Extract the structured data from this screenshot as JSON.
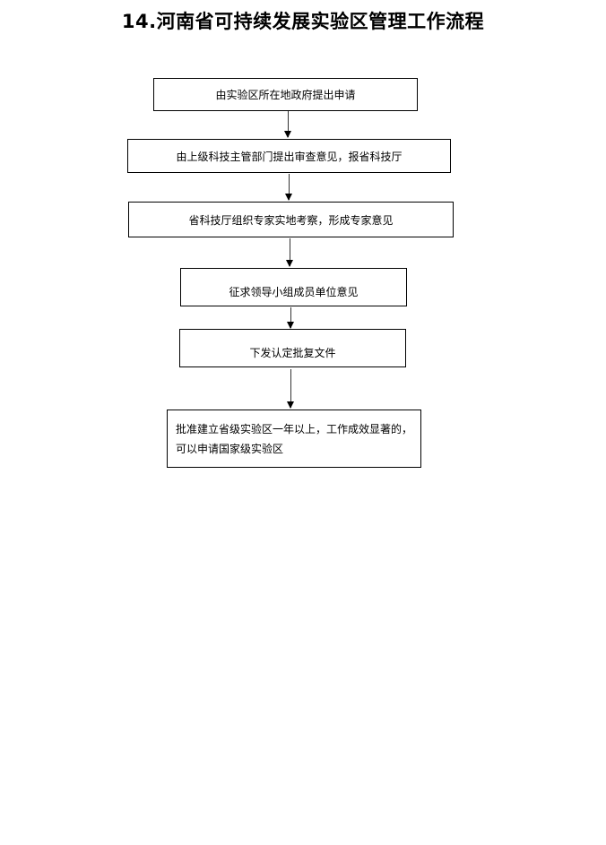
{
  "title": "14.河南省可持续发展实验区管理工作流程",
  "steps": [
    "由实验区所在地政府提出申请",
    "由上级科技主管部门提出审查意见，报省科技厅",
    "省科技厅组织专家实地考察，形成专家意见",
    "征求领导小组成员单位意见",
    "下发认定批复文件"
  ],
  "final_step": {
    "line1": "批准建立省级实验区一年以上，工作成效显著的，",
    "line2": "可以申请国家级实验区"
  }
}
